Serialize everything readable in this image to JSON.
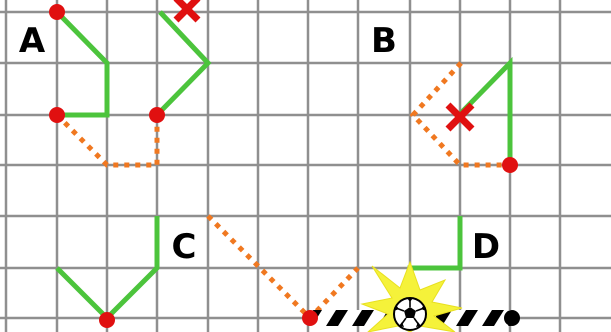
{
  "puzzle": {
    "labels": [
      "A",
      "B",
      "C",
      "D"
    ]
  },
  "colors": {
    "grid": "#8f8f8f",
    "solid_path": "#4cc43c",
    "dotted_path": "#f07820",
    "endpoint": "#e01010",
    "cross": "#e01010",
    "label_bg": "#ffffff",
    "label_text": "#000000",
    "goal_bar_dark": "#000000",
    "goal_bar_light": "#ffffff",
    "burst": "#f5f23a"
  },
  "icons": {
    "cross": "x-mark-icon",
    "ball": "soccer-ball-icon",
    "burst": "impact-burst-icon"
  }
}
